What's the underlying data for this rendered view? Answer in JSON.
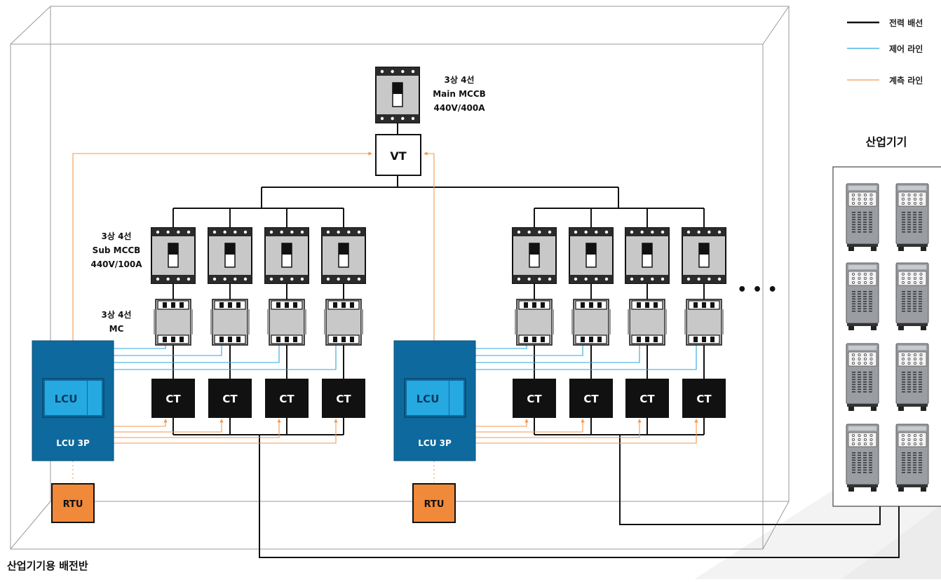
{
  "legend": {
    "power": "전력 배선",
    "control": "제어 라인",
    "measure": "계측 라인"
  },
  "colors": {
    "power": "#111111",
    "control": "#2aa7e0",
    "measure": "#f39a4b",
    "lcu_outer": "#0e6a9e",
    "lcu_inner": "#26a8e0",
    "rtu": "#f0893a",
    "ct": "#111111",
    "breaker": "#c8c8c8"
  },
  "main_mccb": {
    "line1": "3상 4선",
    "line2": "Main MCCB",
    "line3": "440V/400A"
  },
  "vt_label": "VT",
  "sub_mccb": {
    "line1": "3상 4선",
    "line2": "Sub MCCB",
    "line3": "440V/100A"
  },
  "mc": {
    "line1": "3상 4선",
    "line2": "MC"
  },
  "ct_label": "CT",
  "lcu_label": "LCU",
  "lcu3p_label": "LCU 3P",
  "rtu_label": "RTU",
  "equipment_title": "산업기기",
  "panel_title": "산업기기용 배전반",
  "ellipsis": "• • •"
}
